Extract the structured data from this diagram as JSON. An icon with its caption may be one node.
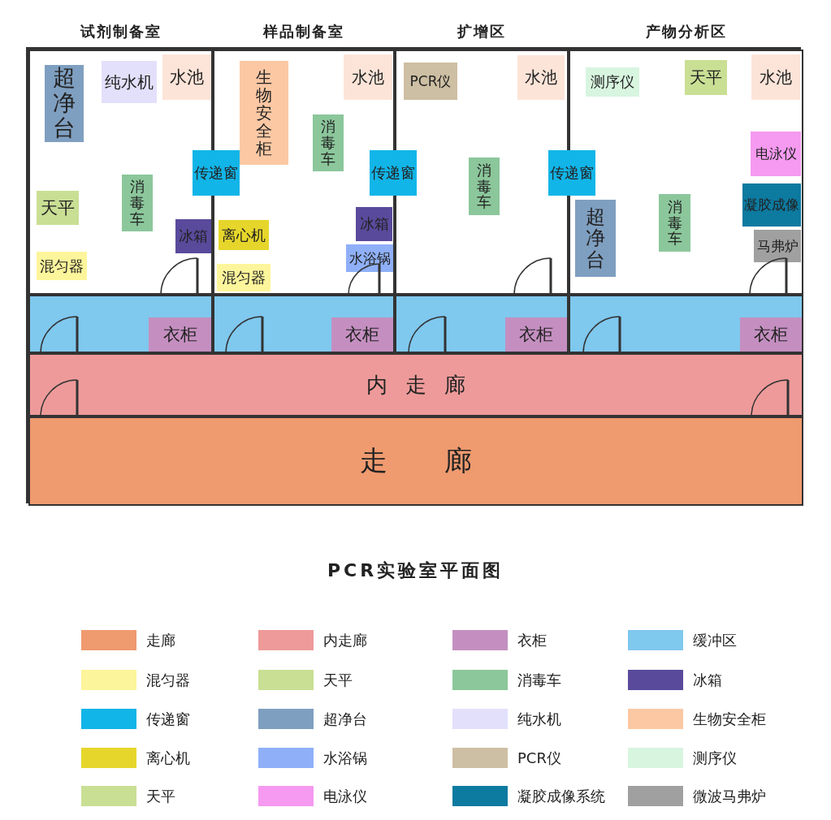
{
  "diagram": {
    "title": "PCR实验室平面图",
    "nodes": [
      {
        "text": [
          "试剂制备室"
        ]
      },
      {
        "text": [
          "超净台"
        ],
        "in": 0
      },
      {
        "text": [
          "纯水机"
        ],
        "in": 0
      },
      {
        "text": [
          "水池"
        ],
        "in": 0
      },
      {
        "text": [
          "天平"
        ],
        "in": 0
      },
      {
        "text": [
          "消毒车"
        ],
        "in": 0
      },
      {
        "text": [
          "冰箱"
        ],
        "in": 0
      },
      {
        "text": [
          "混匀器"
        ],
        "in": 0
      },
      {
        "text": [
          "传递窗"
        ]
      },
      {
        "text": [
          "样品制备室"
        ]
      },
      {
        "text": [
          "生物安全柜"
        ],
        "in": 9
      },
      {
        "text": [
          "水池"
        ],
        "in": 9
      },
      {
        "text": [
          "消毒车"
        ],
        "in": 9
      },
      {
        "text": [
          "冰箱"
        ],
        "in": 9
      },
      {
        "text": [
          "离心机"
        ],
        "in": 9
      },
      {
        "text": [
          "水浴锅"
        ],
        "in": 9
      },
      {
        "text": [
          "混匀器"
        ],
        "in": 9
      },
      {
        "text": [
          "传递窗"
        ]
      },
      {
        "text": [
          "扩增区"
        ]
      },
      {
        "text": [
          "PCR仪"
        ],
        "in": 18
      },
      {
        "text": [
          "水池"
        ],
        "in": 18
      },
      {
        "text": [
          "消毒车"
        ],
        "in": 18
      },
      {
        "text": [
          "传递窗"
        ]
      },
      {
        "text": [
          "产物分析区"
        ]
      },
      {
        "text": [
          "测序仪"
        ],
        "in": 23
      },
      {
        "text": [
          "天平"
        ],
        "in": 23
      },
      {
        "text": [
          "水池"
        ],
        "in": 23
      },
      {
        "text": [
          "电泳仪"
        ],
        "in": 23
      },
      {
        "text": [
          "超净台"
        ],
        "in": 23
      },
      {
        "text": [
          "消毒车"
        ],
        "in": 23
      },
      {
        "text": [
          "凝胶成像"
        ],
        "in": 23
      },
      {
        "text": [
          "马弗炉"
        ],
        "in": 23
      },
      {
        "text": [],
        "shape": "box"
      },
      {
        "text": [
          "衣柜"
        ],
        "in": 32
      },
      {
        "text": [],
        "shape": "box"
      },
      {
        "text": [
          "衣柜"
        ],
        "in": 34
      },
      {
        "text": [],
        "shape": "box"
      },
      {
        "text": [
          "衣柜"
        ],
        "in": 36
      },
      {
        "text": [],
        "shape": "box"
      },
      {
        "text": [
          "衣柜"
        ],
        "in": 38
      },
      {
        "text": [
          "内走廊"
        ]
      },
      {
        "text": [
          "走廊"
        ]
      }
    ],
    "legend": [
      {
        "text": "走廊",
        "color": "#ef9a6f"
      },
      {
        "text": "内走廊",
        "color": "#ee9a9a"
      },
      {
        "text": "衣柜",
        "color": "#c48fc0"
      },
      {
        "text": "缓冲区",
        "color": "#7fc8ee"
      },
      {
        "text": "混匀器",
        "color": "#fdf59b"
      },
      {
        "text": "天平",
        "color": "#c9df94"
      },
      {
        "text": "消毒车",
        "color": "#8bc79b"
      },
      {
        "text": "冰箱",
        "color": "#5a4a9c"
      },
      {
        "text": "传递窗",
        "color": "#12b5e8"
      },
      {
        "text": "超净台",
        "color": "#7f9fc0"
      },
      {
        "text": "纯水机",
        "color": "#e3e0fb"
      },
      {
        "text": "生物安全柜",
        "color": "#fcc8a4"
      },
      {
        "text": "离心机",
        "color": "#e6d62b"
      },
      {
        "text": "水浴锅",
        "color": "#8fb0f8"
      },
      {
        "text": "PCR仪",
        "color": "#cdbfa3"
      },
      {
        "text": "测序仪",
        "color": "#d8f5e0"
      },
      {
        "text": "天平",
        "color": "#c9df94"
      },
      {
        "text": "电泳仪",
        "color": "#f59af0"
      },
      {
        "text": "凝胶成像系统",
        "color": "#0d7aa0"
      },
      {
        "text": "微波马弗炉",
        "color": "#a0a0a0"
      }
    ]
  }
}
